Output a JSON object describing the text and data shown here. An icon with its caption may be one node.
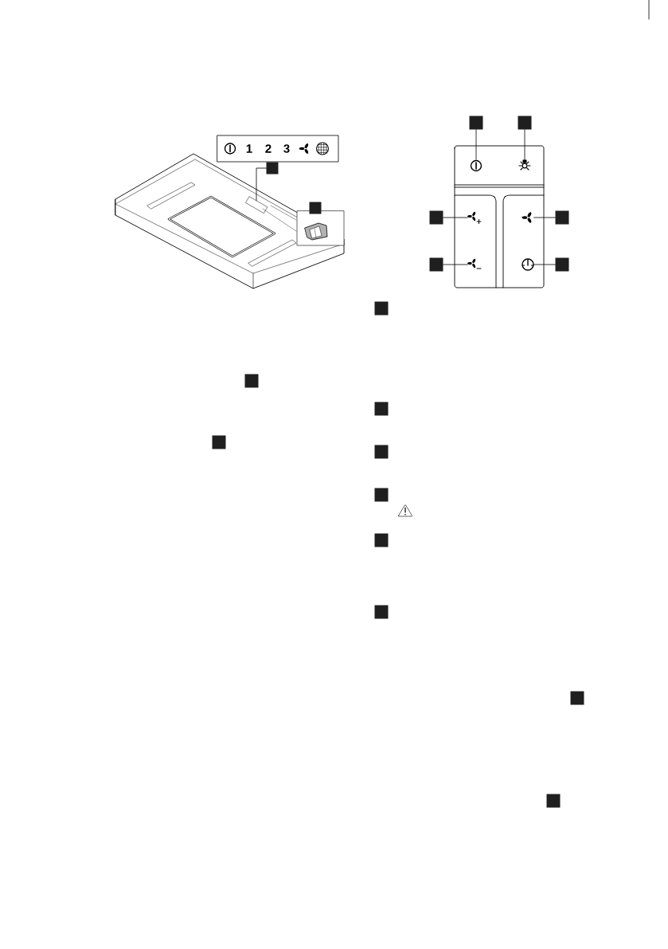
{
  "diagram": {
    "nodes": [
      {
        "text": [
          "1",
          "2",
          "3"
        ]
      },
      {
        "text": [],
        "shape": "square"
      },
      {
        "text": [],
        "shape": "box"
      },
      {
        "text": [],
        "shape": "square"
      },
      {
        "text": [],
        "shape": "square"
      },
      {
        "text": [],
        "shape": "square"
      },
      {
        "text": [],
        "shape": "symbol"
      },
      {
        "text": [],
        "shape": "symbol"
      },
      {
        "text": [],
        "shape": "square"
      },
      {
        "text": [],
        "shape": "symbol"
      },
      {
        "text": [],
        "shape": "symbol"
      },
      {
        "text": [],
        "shape": "square"
      },
      {
        "text": [],
        "shape": "square"
      },
      {
        "text": [],
        "shape": "symbol"
      },
      {
        "text": [],
        "shape": "symbol"
      },
      {
        "text": [],
        "shape": "square"
      },
      {
        "text": [],
        "shape": "square"
      },
      {
        "text": [],
        "shape": "square"
      },
      {
        "text": [],
        "shape": "square"
      },
      {
        "text": [],
        "shape": "square"
      },
      {
        "text": [],
        "shape": "square"
      },
      {
        "text": [],
        "shape": "square"
      },
      {
        "text": [],
        "shape": "square"
      },
      {
        "text": [],
        "shape": "square"
      },
      {
        "text": [],
        "shape": "square"
      },
      {
        "text": [],
        "shape": "square"
      }
    ],
    "edges": [
      {
        "from": 1,
        "to": 2,
        "arrow": "none"
      },
      {
        "from": 4,
        "to": 6,
        "arrow": "none"
      },
      {
        "from": 5,
        "to": 7,
        "arrow": "none"
      },
      {
        "from": 8,
        "to": 9,
        "arrow": "none"
      },
      {
        "from": 11,
        "to": 10,
        "arrow": "none"
      },
      {
        "from": 12,
        "to": 13,
        "arrow": "none"
      },
      {
        "from": 15,
        "to": 14,
        "arrow": "none"
      }
    ]
  }
}
